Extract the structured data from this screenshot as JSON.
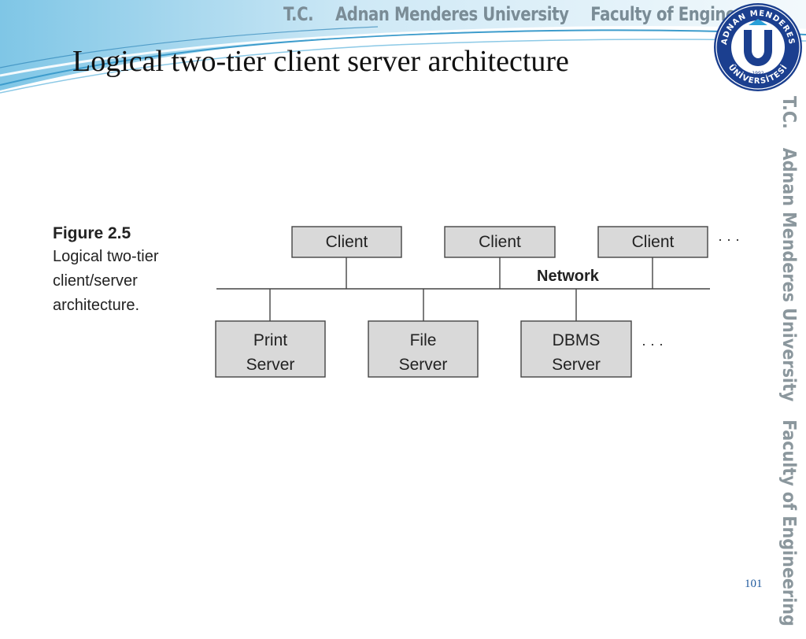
{
  "header": {
    "words": [
      "T.C.",
      "Adnan Menderes University",
      "Faculty of Engineering"
    ]
  },
  "side_banner": {
    "words": [
      "T.C.",
      "Adnan Menderes University",
      "Faculty of Engineering"
    ]
  },
  "logo": {
    "top_text": "ADNAN MENDERES",
    "bottom_text": "ÜNİVERSİTESİ",
    "year": "1992",
    "colors": {
      "ring": "#1b3f8f",
      "inner": "#ffffff",
      "accent": "#2a9fd8"
    }
  },
  "slide": {
    "title": "Logical two-tier client server architecture",
    "page_number": "101"
  },
  "figure": {
    "number": "Figure 2.5",
    "caption_lines": [
      "Logical two-tier",
      "client/server",
      "architecture."
    ],
    "network_label": "Network",
    "clients": [
      {
        "label": "Client"
      },
      {
        "label": "Client"
      },
      {
        "label": "Client"
      }
    ],
    "client_ellipsis": "· · ·",
    "servers": [
      {
        "lines": [
          "Print",
          "Server"
        ]
      },
      {
        "lines": [
          "File",
          "Server"
        ]
      },
      {
        "lines": [
          "DBMS",
          "Server"
        ]
      }
    ],
    "server_ellipsis": "· · ·",
    "colors": {
      "box_fill": "#d9d9d9",
      "line": "#444444"
    }
  }
}
